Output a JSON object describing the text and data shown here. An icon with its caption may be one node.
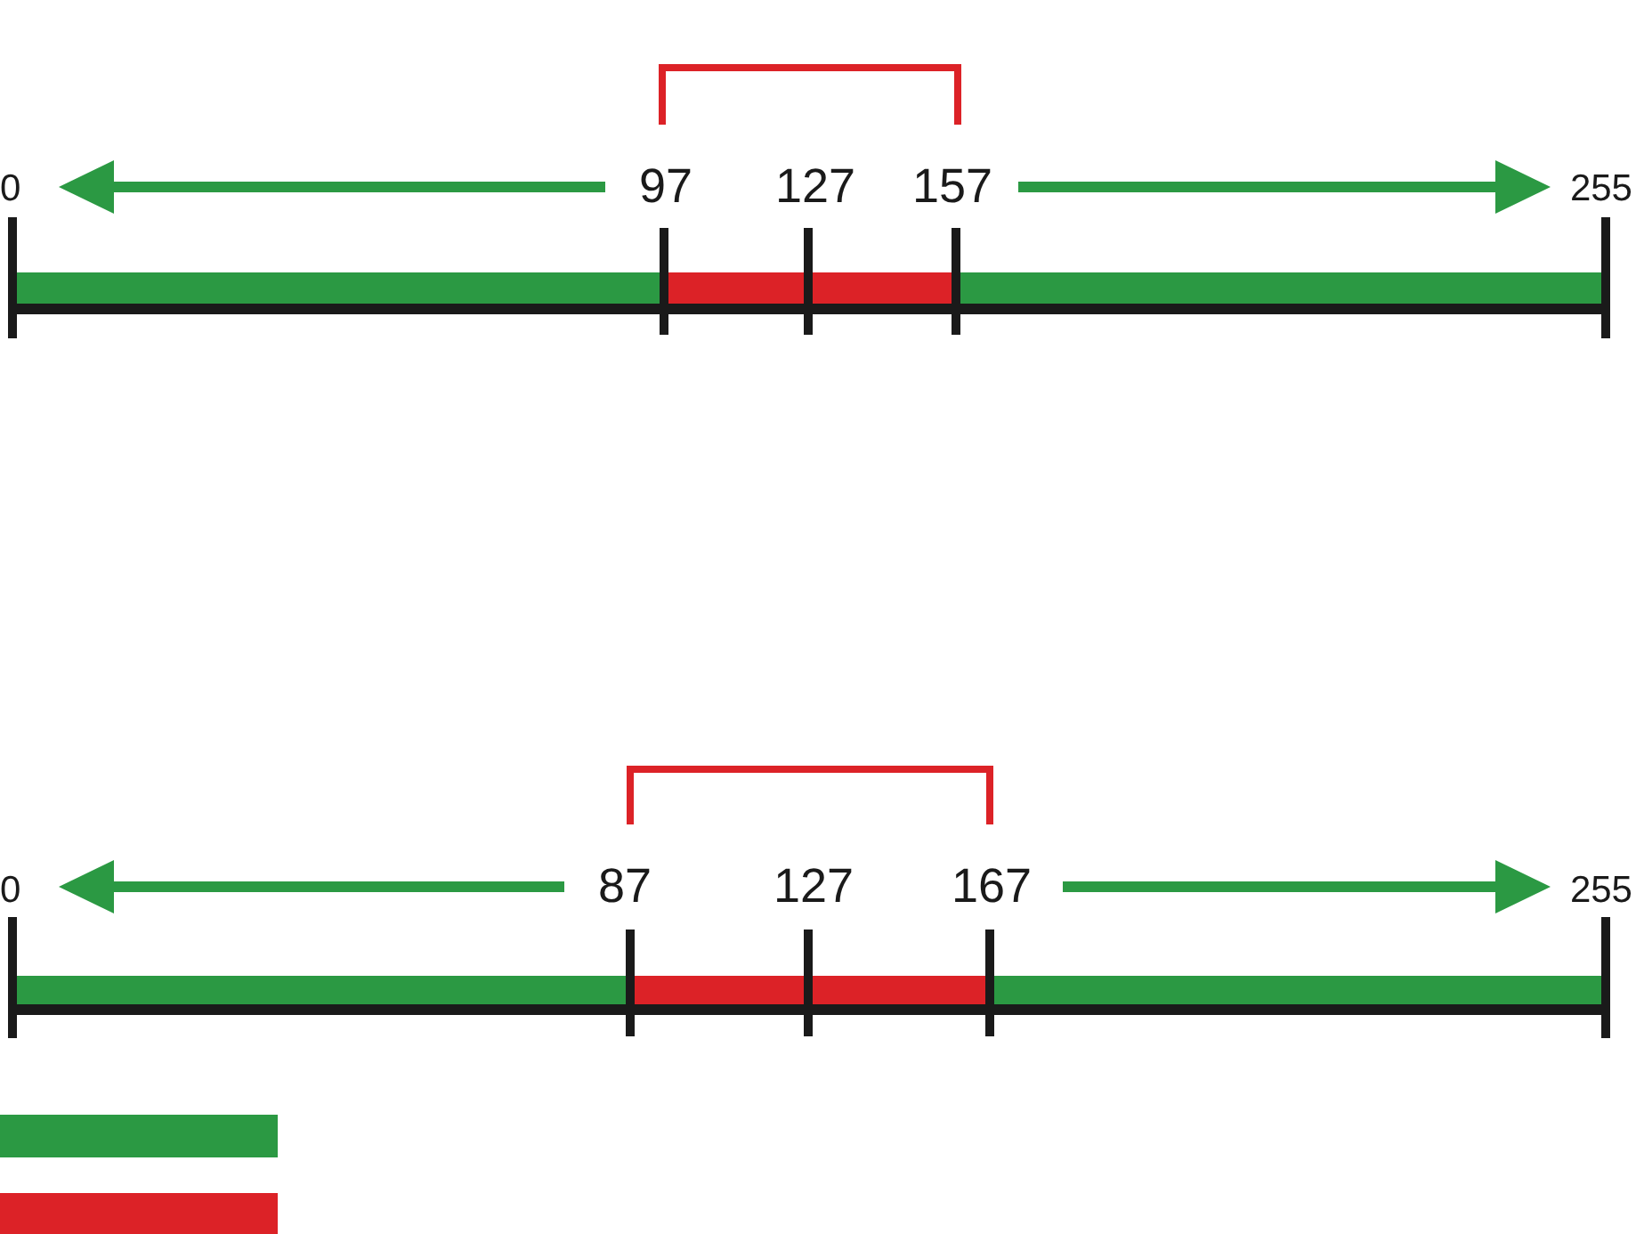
{
  "diagram": {
    "nodes": [
      {
        "text": [],
        "shape": "bar"
      },
      {
        "text": [],
        "shape": "bar"
      },
      {
        "text": [],
        "shape": "bar"
      },
      {
        "text": [],
        "shape": "bar"
      },
      {
        "text": [],
        "shape": "bar"
      },
      {
        "text": [],
        "shape": "bar"
      },
      {
        "text": [],
        "shape": "bar"
      },
      {
        "text": [],
        "shape": "bar"
      }
    ],
    "labels": [
      "0",
      "97",
      "127",
      "157",
      "255",
      "0",
      "87",
      "127",
      "167",
      "255"
    ]
  }
}
